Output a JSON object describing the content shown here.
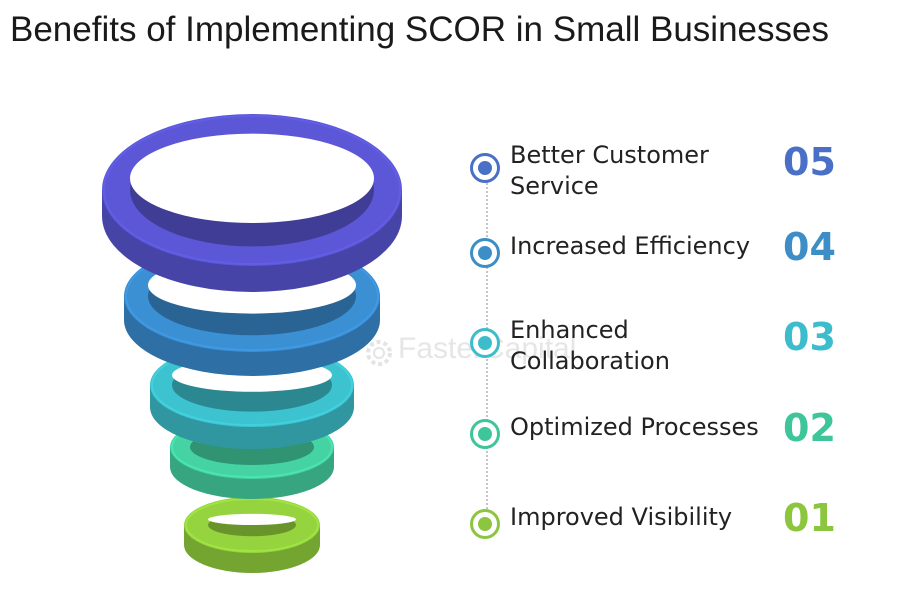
{
  "title": "Benefits of Implementing SCOR in Small Businesses",
  "watermark": "FasterCapital",
  "items": [
    {
      "label": "Better Customer Service",
      "number": "05",
      "color": "#4a6fc7",
      "ring": "#5b57d6"
    },
    {
      "label": "Increased Efficiency",
      "number": "04",
      "color": "#3d8ec6",
      "ring": "#3b8fd3"
    },
    {
      "label": "Enhanced Collaboration",
      "number": "03",
      "color": "#3dbdcc",
      "ring": "#3dc2cf"
    },
    {
      "label": "Optimized Processes",
      "number": "02",
      "color": "#3ec59a",
      "ring": "#45d3a4"
    },
    {
      "label": "Improved Visibility",
      "number": "01",
      "color": "#8cc63f",
      "ring": "#95d43e"
    }
  ]
}
